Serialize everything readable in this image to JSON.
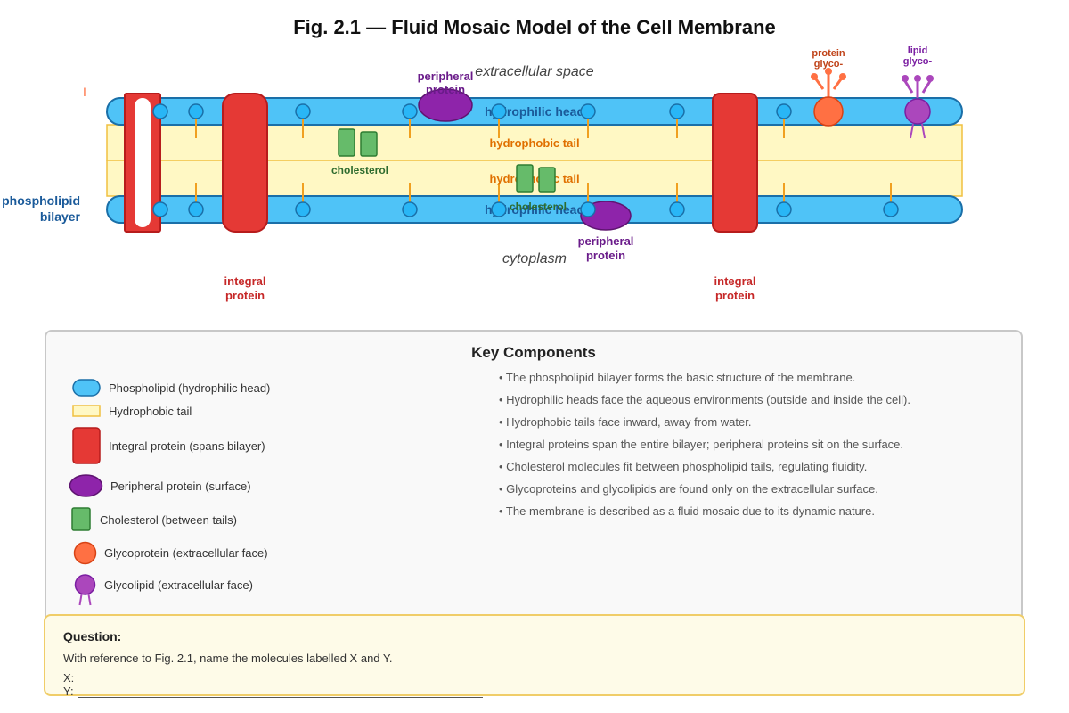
{
  "title": "Fig. 2.1 — Fluid Mosaic Model of the Cell Membrane",
  "diagram": {
    "extracellular": "extracellular space",
    "cytoplasm": "cytoplasm",
    "hydrophilic_head": "hydrophilic head",
    "hydrophobic_tail": "hydrophobic tail",
    "cholesterol": "cholesterol",
    "peripheral_line1": "peripheral",
    "peripheral_line2": "protein",
    "integral_line1": "integral",
    "integral_line2": "protein",
    "phospholipid_line1": "phospholipid",
    "phospholipid_line2": "bilayer",
    "glycoprotein_line1": "glyco-",
    "glycoprotein_line2": "protein",
    "glycolipid_line1": "glyco-",
    "glycolipid_line2": "lipid",
    "marker": "I"
  },
  "key": {
    "title": "Key Components",
    "legend": [
      "Phospholipid (hydrophilic head)",
      "Hydrophobic tail",
      "Integral protein (spans bilayer)",
      "Peripheral protein (surface)",
      "Cholesterol (between tails)",
      "Glycoprotein (extracellular face)",
      "Glycolipid (extracellular face)"
    ],
    "notes": [
      "• The phospholipid bilayer forms the basic structure of the membrane.",
      "• Hydrophilic heads face the aqueous environments (outside and inside the cell).",
      "• Hydrophobic tails face inward, away from water.",
      "• Integral proteins span the entire bilayer; peripheral proteins sit on the surface.",
      "• Cholesterol molecules fit between phospholipid tails, regulating fluidity.",
      "• Glycoproteins and glycolipids are found only on the extracellular surface.",
      "• The membrane is described as a fluid mosaic due to its dynamic nature."
    ]
  },
  "question": {
    "heading": "Question:",
    "text": "With reference to Fig. 2.1, name the molecules labelled X and Y.",
    "x_label": "X:",
    "y_label": "Y:"
  },
  "colors": {
    "head": "#4fc3f7",
    "head_stroke": "#1a6fa8",
    "tail_fill": "#fff8c4",
    "tail_stroke": "#f0c040",
    "integral": "#e53935",
    "peripheral": "#8e24aa",
    "cholesterol": "#66bb6a",
    "glycoprotein": "#ff7043",
    "glycolipid": "#ab47bc"
  }
}
